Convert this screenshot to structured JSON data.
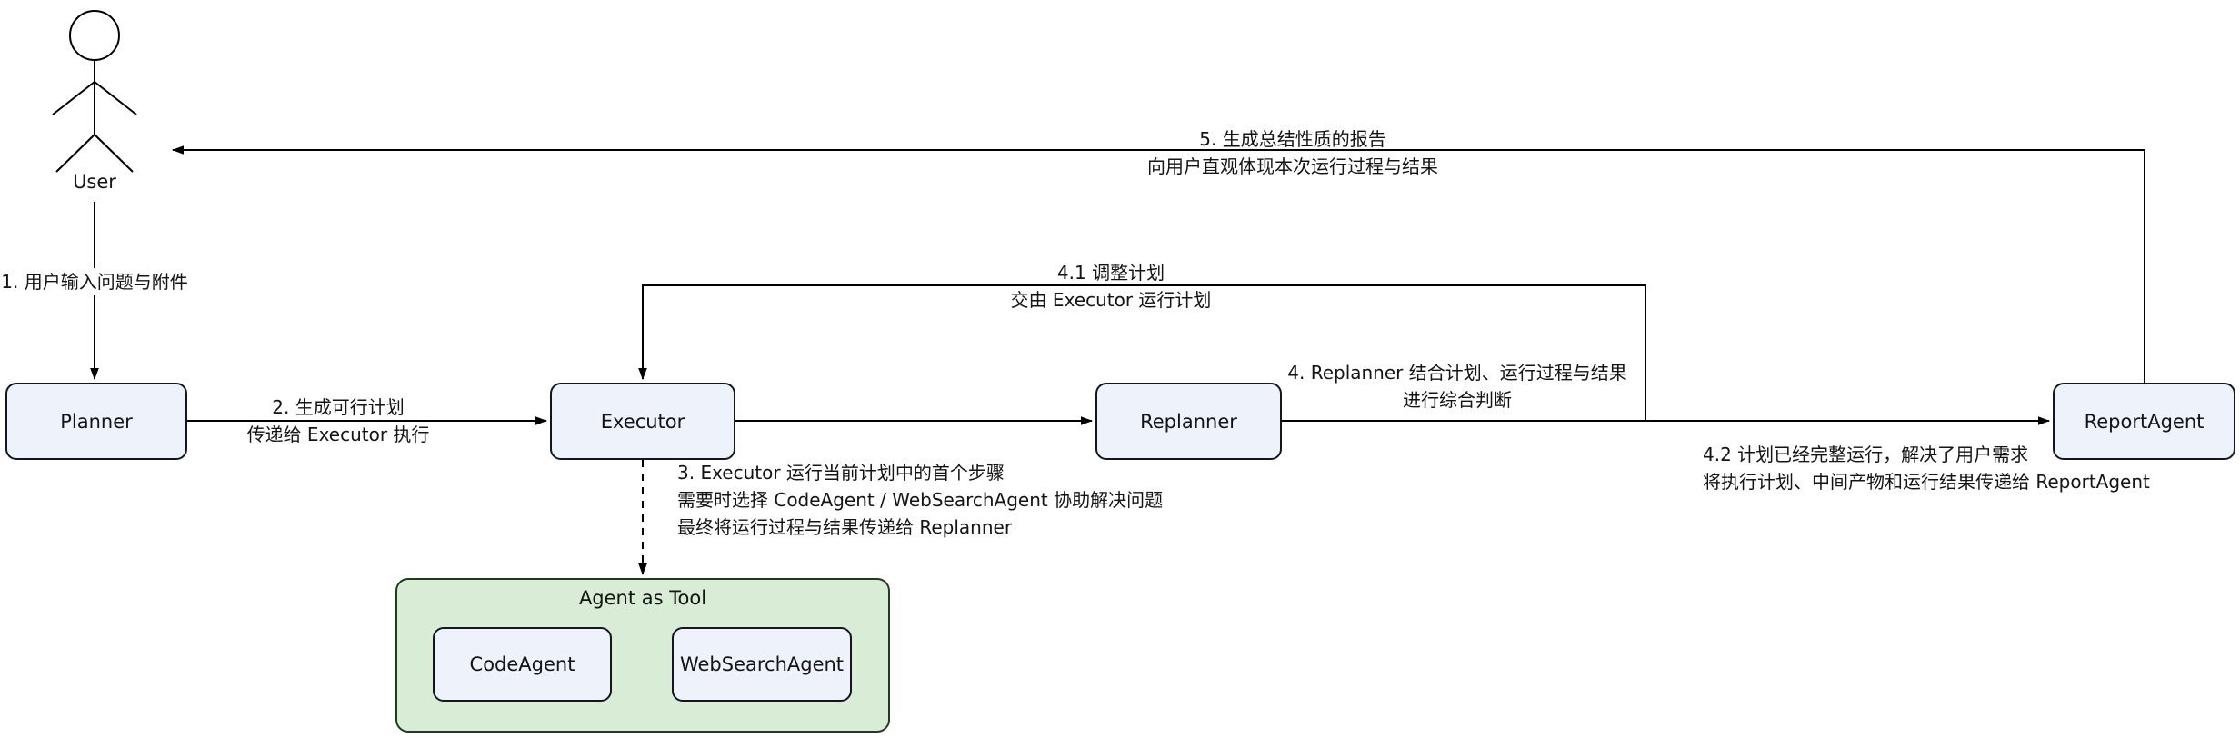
{
  "diagram": {
    "actor": {
      "label": "User"
    },
    "nodes": {
      "planner": {
        "label": "Planner"
      },
      "executor": {
        "label": "Executor"
      },
      "replanner": {
        "label": "Replanner"
      },
      "report_agent": {
        "label": "ReportAgent"
      },
      "agent_as_tool": {
        "label": "Agent as Tool"
      },
      "code_agent": {
        "label": "CodeAgent"
      },
      "web_search_agent": {
        "label": "WebSearchAgent"
      }
    },
    "edges": {
      "step1": {
        "line1": "1. 用户输入问题与附件"
      },
      "step2": {
        "line1": "2. 生成可行计划",
        "line2": "传递给 Executor 执行"
      },
      "step3": {
        "line1": "3. Executor 运行当前计划中的首个步骤",
        "line2": "需要时选择 CodeAgent / WebSearchAgent 协助解决问题",
        "line3": "最终将运行过程与结果传递给 Replanner"
      },
      "step4": {
        "line1": "4. Replanner 结合计划、运行过程与结果",
        "line2": "进行综合判断"
      },
      "step4_1": {
        "line1": "4.1 调整计划",
        "line2": "交由 Executor 运行计划"
      },
      "step4_2": {
        "line1": "4.2 计划已经完整运行，解决了用户需求",
        "line2": "将执行计划、中间产物和运行结果传递给 ReportAgent"
      },
      "step5": {
        "line1": "5. 生成总结性质的报告",
        "line2": "向用户直观体现本次运行过程与结果"
      }
    },
    "colors": {
      "node_fill": "#eef2fb",
      "node_border": "#15151f",
      "tool_fill": "#d8ecd6",
      "tool_border": "#1e3c1e",
      "line": "#000000",
      "text": "#141414"
    }
  }
}
